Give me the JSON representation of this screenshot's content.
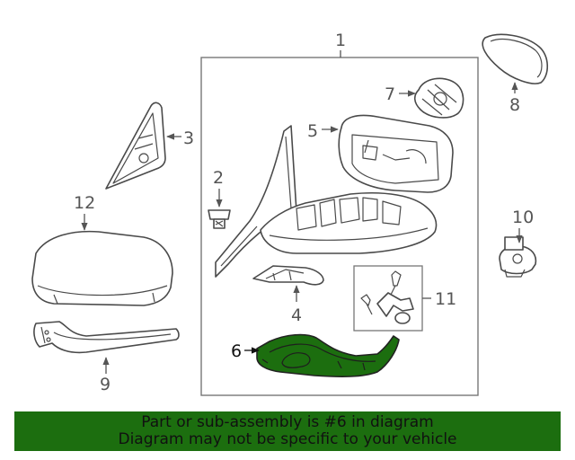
{
  "diagram": {
    "highlighted_part": "6",
    "highlight_color": "#1c6e0f",
    "callouts": {
      "assembly": "1",
      "part_2": "2",
      "part_3": "3",
      "part_4": "4",
      "part_5": "5",
      "part_6": "6",
      "part_7": "7",
      "part_8": "8",
      "part_9": "9",
      "part_10": "10",
      "part_11": "11",
      "part_12": "12"
    }
  },
  "footer": {
    "line1": "Part or sub-assembly is #6 in diagram",
    "line2": "Diagram may not be specific to your vehicle",
    "background": "#1c6e0f"
  }
}
